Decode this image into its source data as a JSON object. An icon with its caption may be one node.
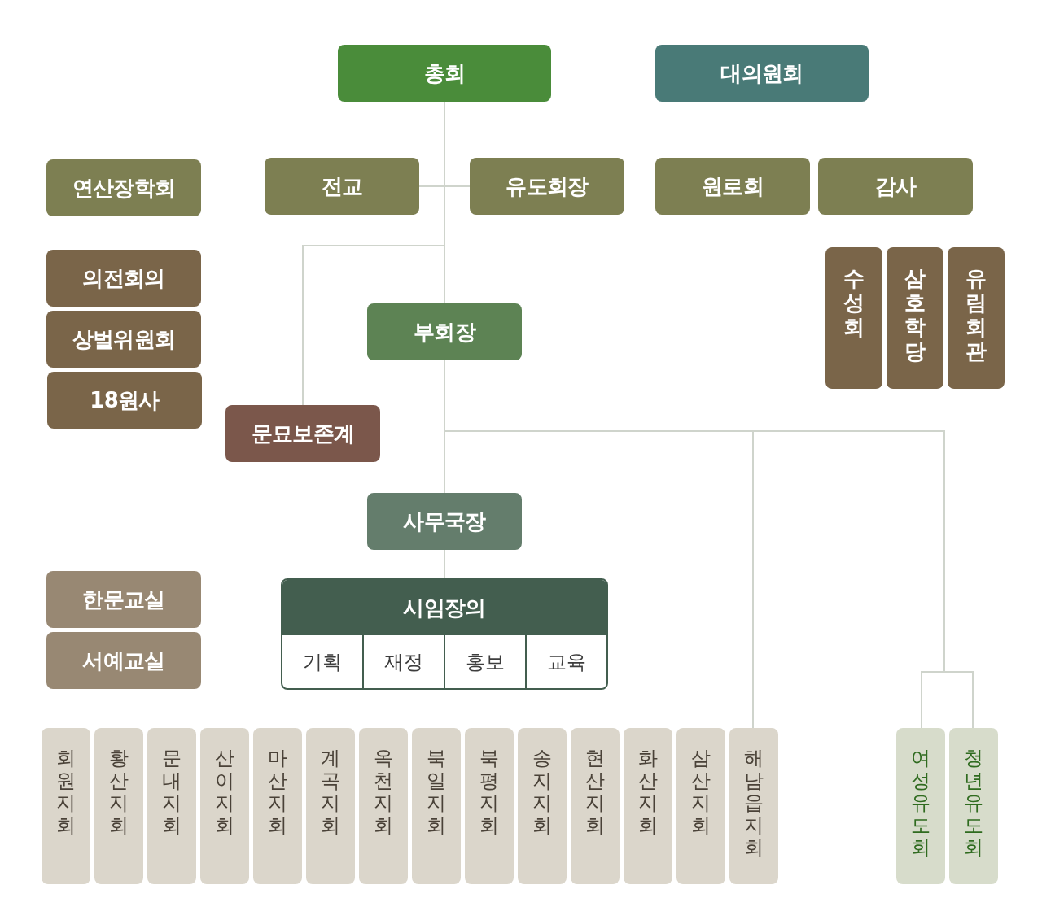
{
  "diagram": {
    "nodes": [
      {
        "text": [
          "총회"
        ]
      },
      {
        "text": [
          "대의원회"
        ]
      },
      {
        "text": [
          "연산장학회"
        ]
      },
      {
        "text": [
          "전교"
        ]
      },
      {
        "text": [
          "유도회장"
        ]
      },
      {
        "text": [
          "원로회"
        ]
      },
      {
        "text": [
          "감사"
        ]
      },
      {
        "text": [
          "의전회의"
        ]
      },
      {
        "text": [
          "상벌위원회"
        ]
      },
      {
        "text": [
          "18원사"
        ]
      },
      {
        "text": [
          "부회장"
        ]
      },
      {
        "text": [
          "수성회"
        ]
      },
      {
        "text": [
          "삼호학당"
        ]
      },
      {
        "text": [
          "유림회관"
        ]
      },
      {
        "text": [
          "문묘보존계"
        ]
      },
      {
        "text": [
          "사무국장"
        ]
      },
      {
        "text": [
          "한문교실"
        ]
      },
      {
        "text": [
          "서예교실"
        ]
      },
      {
        "text": [
          "시임장의"
        ]
      },
      {
        "text": [
          "기획"
        ],
        "in": 18
      },
      {
        "text": [
          "재정"
        ],
        "in": 18
      },
      {
        "text": [
          "홍보"
        ],
        "in": 18
      },
      {
        "text": [
          "교육"
        ],
        "in": 18
      },
      {
        "text": [
          "회원지회"
        ]
      },
      {
        "text": [
          "황산지회"
        ]
      },
      {
        "text": [
          "문내지회"
        ]
      },
      {
        "text": [
          "산이지회"
        ]
      },
      {
        "text": [
          "마산지회"
        ]
      },
      {
        "text": [
          "계곡지회"
        ]
      },
      {
        "text": [
          "옥천지회"
        ]
      },
      {
        "text": [
          "북일지회"
        ]
      },
      {
        "text": [
          "북평지회"
        ]
      },
      {
        "text": [
          "송지지회"
        ]
      },
      {
        "text": [
          "현산지회"
        ]
      },
      {
        "text": [
          "화산지회"
        ]
      },
      {
        "text": [
          "삼산지회"
        ]
      },
      {
        "text": [
          "해남읍지회"
        ]
      },
      {
        "text": [
          "여성유도회"
        ]
      },
      {
        "text": [
          "청년유도회"
        ]
      }
    ],
    "edges": [
      {
        "from": 0,
        "to": 3,
        "arrow": "none"
      },
      {
        "from": 0,
        "to": 4,
        "arrow": "none"
      },
      {
        "from": 0,
        "to": 10,
        "arrow": "none"
      },
      {
        "from": 0,
        "to": 14,
        "arrow": "none"
      },
      {
        "from": 10,
        "to": 15,
        "arrow": "none"
      },
      {
        "from": 15,
        "to": 18,
        "arrow": "none"
      },
      {
        "from": 10,
        "to": 36,
        "arrow": "none"
      },
      {
        "from": 10,
        "to": 37,
        "arrow": "none"
      },
      {
        "from": 10,
        "to": 38,
        "arrow": "none"
      }
    ]
  }
}
